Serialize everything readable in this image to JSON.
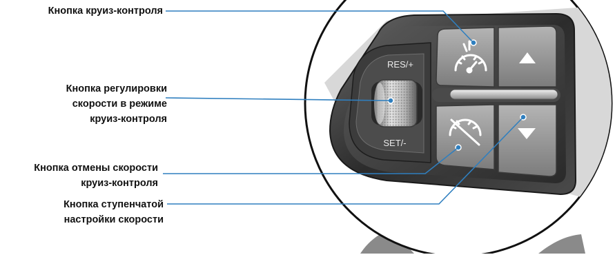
{
  "callouts": {
    "cruise_button": {
      "lines": [
        "Кнопка круиз-контроля"
      ]
    },
    "speed_adjust": {
      "lines": [
        "Кнопка регулировки",
        "скорости в режиме",
        "круиз-контроля"
      ]
    },
    "cancel": {
      "lines": [
        "Кнопка отмены скорости",
        "круиз-контроля"
      ]
    },
    "step_speed": {
      "lines": [
        "Кнопка ступенчатой",
        "настройки скорости"
      ]
    }
  },
  "switch_labels": {
    "res": "RES/+",
    "set": "SET/-"
  },
  "icons": {
    "cruise_on": "speedometer-icon",
    "cruise_cancel": "speedometer-cancel-icon",
    "arrow_up": "triangle-up-icon",
    "arrow_down": "triangle-down-icon"
  },
  "colors": {
    "leader_line": "#2f7fbf",
    "label_text": "#111111",
    "bezel": "#3a3a3a",
    "button_face": "#9a9a9a"
  }
}
